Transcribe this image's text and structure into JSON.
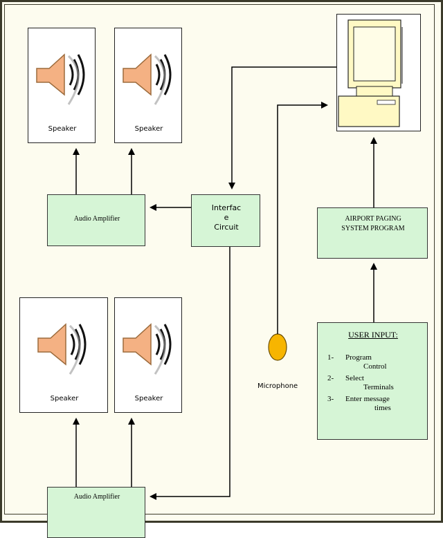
{
  "speakers": {
    "label": "Speaker"
  },
  "amplifiers": {
    "label": "Audio Amplifier"
  },
  "interface": {
    "lines": [
      "Interfac",
      "e",
      "Circuit"
    ]
  },
  "program": {
    "line1": "AIRPORT PAGING",
    "line2": "SYSTEM PROGRAM"
  },
  "microphone": {
    "label": "Microphone"
  },
  "user_input": {
    "title": "USER INPUT:",
    "items": [
      {
        "num": "1-",
        "line1": "Program",
        "line2": "Control"
      },
      {
        "num": "2-",
        "line1": "Select",
        "line2": "Terminals"
      },
      {
        "num": "3-",
        "line1": "Enter message",
        "line2": "times"
      }
    ]
  },
  "colors": {
    "box_fill": "#d6f5d6",
    "speaker_fill": "#f4b183",
    "speaker_stroke": "#9c6b3c",
    "mic_fill": "#f7b500",
    "frame": "#3b3a2a",
    "background": "#fdfcef"
  }
}
